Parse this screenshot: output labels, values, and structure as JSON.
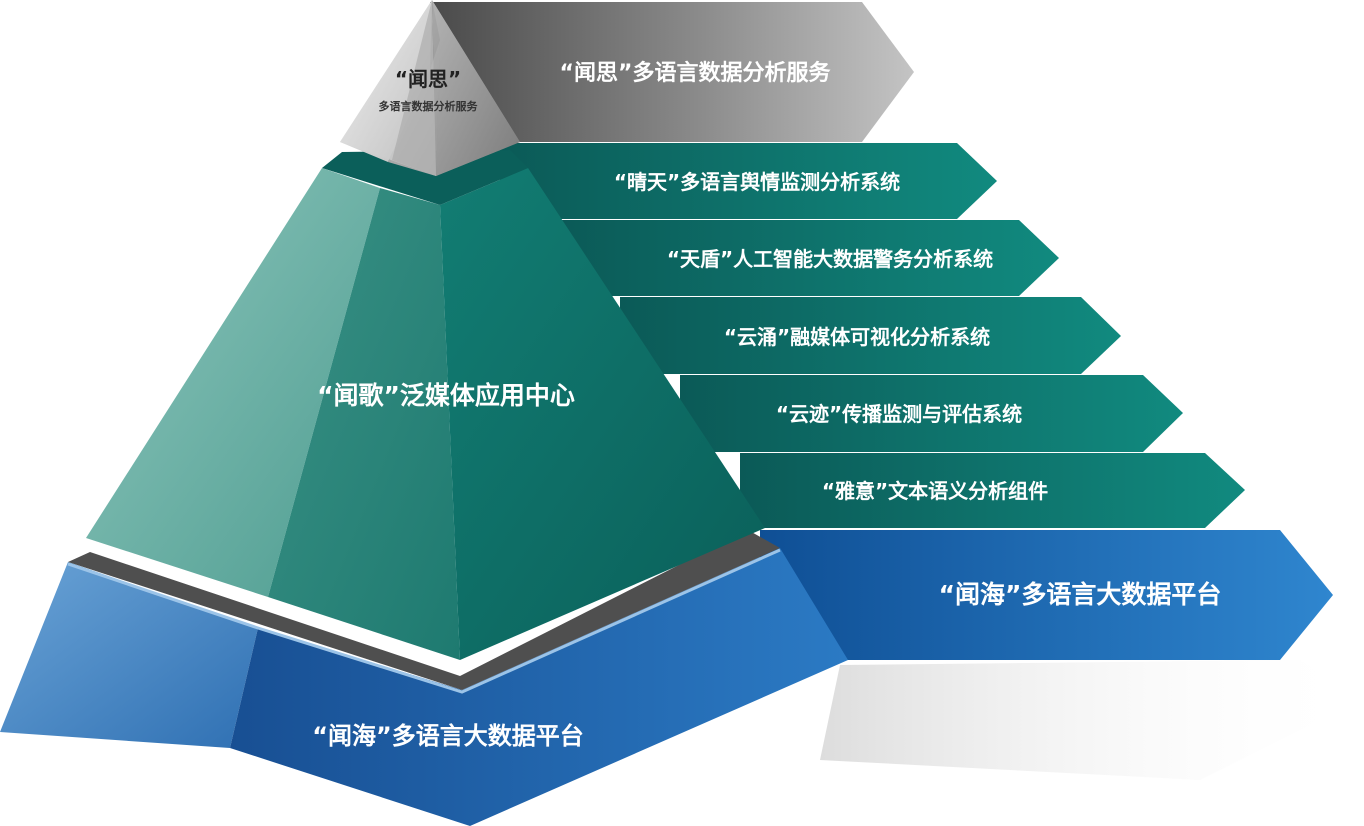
{
  "pyramid": {
    "top": {
      "title": "“闻思”",
      "subtitle": "多语言数据分析服务"
    },
    "middle": {
      "title": "“闻歌”泛媒体应用中心"
    },
    "base": {
      "title": "“闻海”多语言大数据平台"
    }
  },
  "arrows": {
    "top": "“闻思”多语言数据分析服务",
    "items": [
      "“晴天”多语言舆情监测分析系统",
      "“天盾”人工智能大数据警务分析系统",
      "“云涌”融媒体可视化分析系统",
      "“云迹”传播监测与评估系统",
      "“雅意”文本语义分析组件"
    ],
    "base": "“闻海”多语言大数据平台"
  },
  "colors": {
    "gray": "#8c8c8c",
    "teal": "#0f7a72",
    "blue": "#1f66b3"
  }
}
